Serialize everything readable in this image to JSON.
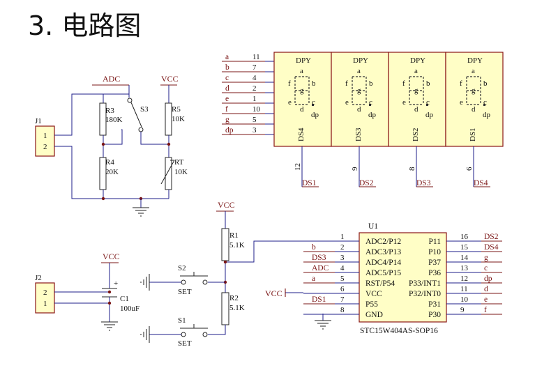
{
  "page": {
    "title": "3. 电路图"
  },
  "labels": {
    "j1": "J1",
    "j1_pins": [
      "1",
      "2"
    ],
    "j2": "J2",
    "j2_pins": [
      "2",
      "1"
    ],
    "adc": "ADC",
    "vcc_top": "VCC",
    "vcc_right": "VCC",
    "vcc_c1": "VCC",
    "vcc_mcu": "VCC",
    "r3": "R3",
    "r3_val": "180K",
    "r4": "R4",
    "r4_val": "20K",
    "r5": "R5",
    "r5_val": "10K",
    "rt": "RT",
    "rt_val": "10K",
    "s3": "S3",
    "r1": "R1",
    "r1_val": "5.1K",
    "r2": "R2",
    "r2_val": "5.1K",
    "s2": "S2",
    "s2_label": "SET",
    "s1": "S1",
    "s1_label": "SET",
    "c1": "C1",
    "c1_val": "100uF",
    "c1_plus": "+"
  },
  "display": {
    "segments_in": [
      {
        "name": "a",
        "pin": "11"
      },
      {
        "name": "b",
        "pin": "7"
      },
      {
        "name": "c",
        "pin": "4"
      },
      {
        "name": "d",
        "pin": "2"
      },
      {
        "name": "e",
        "pin": "1"
      },
      {
        "name": "f",
        "pin": "10"
      },
      {
        "name": "g",
        "pin": "5"
      },
      {
        "name": "dp",
        "pin": "3"
      }
    ],
    "left_pins": [
      "a",
      "b",
      "c",
      "d",
      "e",
      "f",
      "g",
      "dp"
    ],
    "digits": [
      {
        "dpy": "DPY",
        "id": "DS4",
        "pin": "12",
        "net": "DS1"
      },
      {
        "dpy": "DPY",
        "id": "DS3",
        "pin": "9",
        "net": "DS2"
      },
      {
        "dpy": "DPY",
        "id": "DS2",
        "pin": "8",
        "net": "DS3"
      },
      {
        "dpy": "DPY",
        "id": "DS1",
        "pin": "6",
        "net": "DS4"
      }
    ],
    "seg_letters": {
      "a": "a",
      "b": "b",
      "c": "c",
      "d": "d",
      "e": "e",
      "f": "f",
      "g": "g",
      "dp": "dp"
    }
  },
  "mcu": {
    "ref": "U1",
    "part": "STC15W404AS-SOP16",
    "left": [
      {
        "num": "1",
        "pin": "ADC2/P12",
        "net": ""
      },
      {
        "num": "2",
        "pin": "ADC3/P13",
        "net": "b"
      },
      {
        "num": "3",
        "pin": "ADC4/P14",
        "net": "DS3"
      },
      {
        "num": "4",
        "pin": "ADC5/P15",
        "net": "ADC"
      },
      {
        "num": "5",
        "pin": "RST/P54",
        "net": "a"
      },
      {
        "num": "6",
        "pin": "VCC",
        "net": ""
      },
      {
        "num": "7",
        "pin": "P55",
        "net": "DS1"
      },
      {
        "num": "8",
        "pin": "GND",
        "net": ""
      }
    ],
    "right": [
      {
        "num": "16",
        "pin": "P11",
        "net": "DS2"
      },
      {
        "num": "15",
        "pin": "P10",
        "net": "DS4"
      },
      {
        "num": "14",
        "pin": "P37",
        "net": "g"
      },
      {
        "num": "13",
        "pin": "P36",
        "net": "c"
      },
      {
        "num": "12",
        "pin": "P33/INT1",
        "net": "dp"
      },
      {
        "num": "11",
        "pin": "P32/INT0",
        "net": "d"
      },
      {
        "num": "10",
        "pin": "P31",
        "net": "e"
      },
      {
        "num": "9",
        "pin": "P30",
        "net": "f"
      }
    ]
  }
}
